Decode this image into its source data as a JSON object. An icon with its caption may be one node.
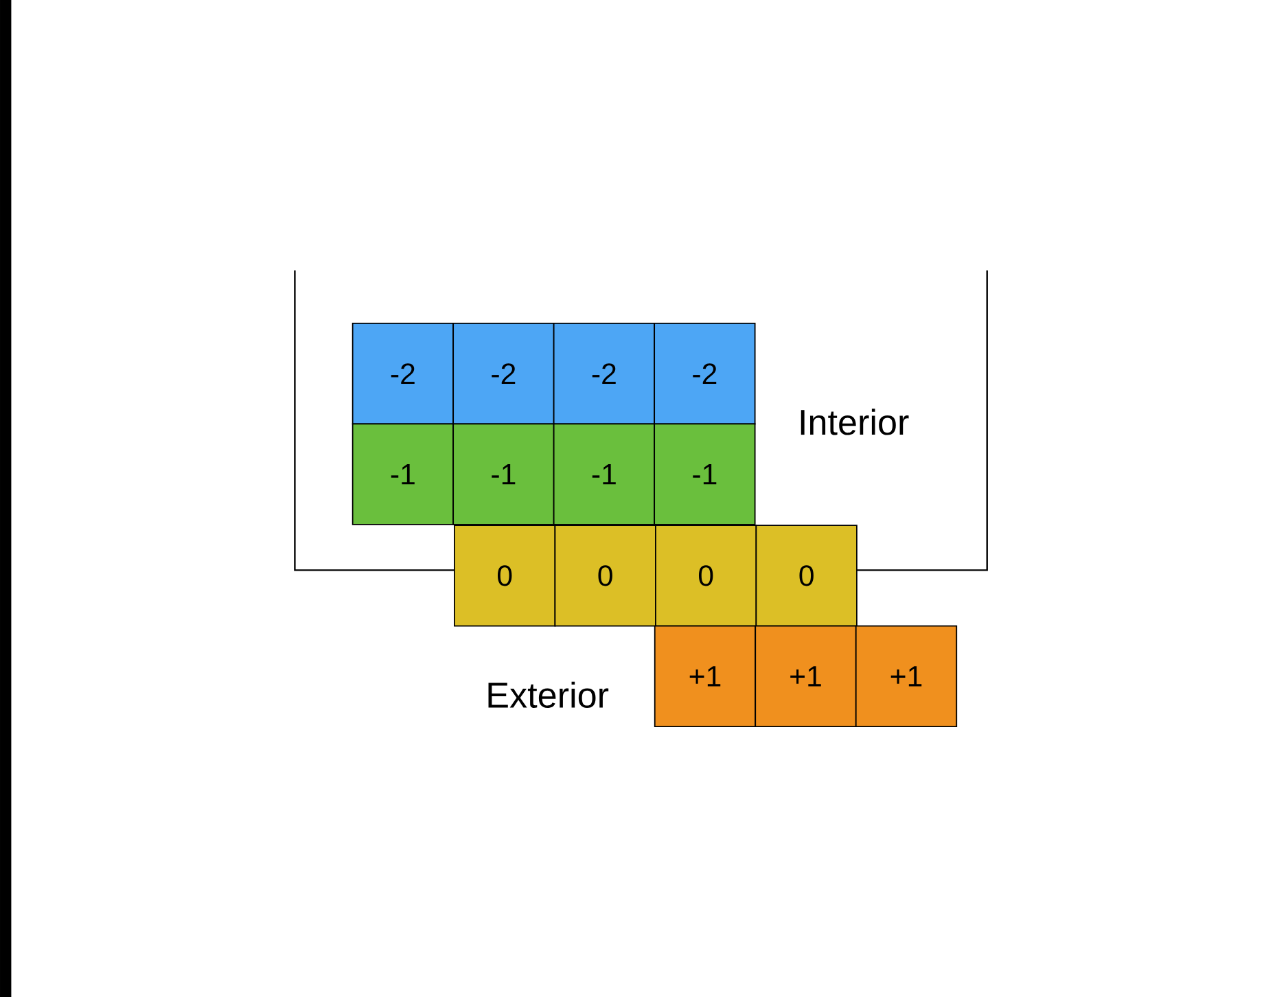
{
  "diagram": {
    "nodes": [
      {
        "text": [
          "-2"
        ]
      },
      {
        "text": [
          "-2"
        ]
      },
      {
        "text": [
          "-2"
        ]
      },
      {
        "text": [
          "-2"
        ]
      },
      {
        "text": [
          "-1"
        ]
      },
      {
        "text": [
          "-1"
        ]
      },
      {
        "text": [
          "-1"
        ]
      },
      {
        "text": [
          "-1"
        ]
      },
      {
        "text": [
          "0"
        ]
      },
      {
        "text": [
          "0"
        ]
      },
      {
        "text": [
          "0"
        ]
      },
      {
        "text": [
          "0"
        ]
      },
      {
        "text": [
          "+1"
        ]
      },
      {
        "text": [
          "+1"
        ]
      },
      {
        "text": [
          "+1"
        ]
      }
    ],
    "labels": [
      "Interior",
      "Exterior"
    ]
  }
}
